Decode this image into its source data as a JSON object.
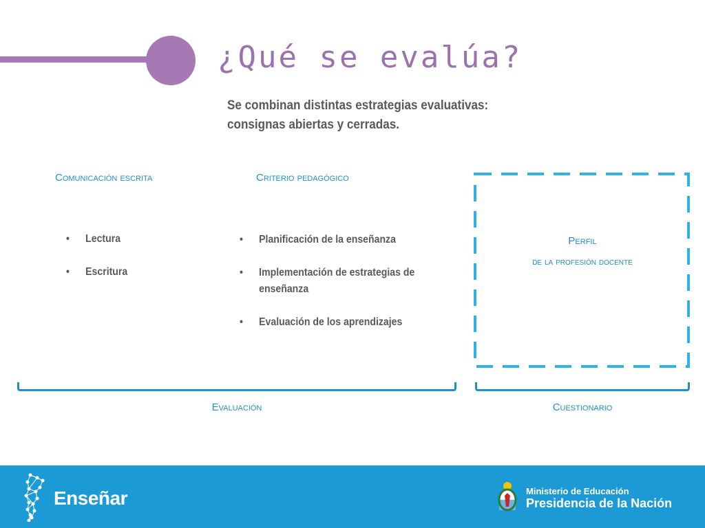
{
  "slide": {
    "title": "¿Qué se evalúa?",
    "subtitle": "Se combinan distintas estrategias evaluativas: consignas abiertas y cerradas."
  },
  "columns": {
    "left": {
      "heading": "Comunicación escrita",
      "items": [
        "Lectura",
        "Escritura"
      ]
    },
    "middle": {
      "heading": "Criterio pedagógico",
      "items": [
        "Planificación de la enseñanza",
        "Implementación de estrategias de enseñanza",
        "Evaluación de los aprendizajes"
      ]
    },
    "right": {
      "title": "Perfil",
      "subtitle": "de la profesión docente"
    }
  },
  "brackets": {
    "evaluacion": "Evaluación",
    "cuestionario": "Cuestionario"
  },
  "footer": {
    "brand": "Enseñar",
    "ministry_line1": "Ministerio de Educación",
    "ministry_line2": "Presidencia de la Nación"
  },
  "colors": {
    "accent_purple": "#a678b4",
    "accent_blue": "#1f8fc4",
    "dash_blue": "#2fb2e6",
    "footer_blue": "#1b9ad6",
    "text_gray": "#5a5a5a"
  },
  "icons": {
    "decoration": "purple-line-circle",
    "brand_logo": "argentina-map-network-icon",
    "seal": "argentina-coat-of-arms-icon"
  }
}
